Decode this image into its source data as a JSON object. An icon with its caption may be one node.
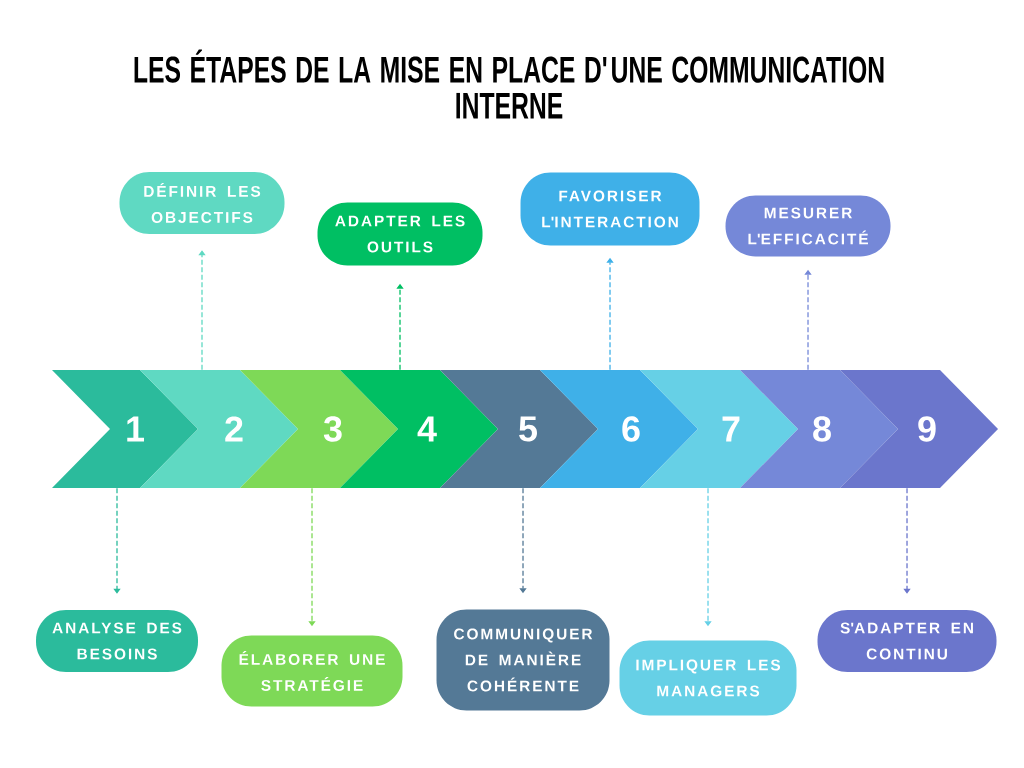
{
  "diagram": {
    "title": "LES ÉTAPES DE LA MISE EN PLACE D'UNE COMMUNICATION INTERNE",
    "nodes": [
      {
        "text": [
          "1"
        ]
      },
      {
        "text": [
          "2"
        ]
      },
      {
        "text": [
          "3"
        ]
      },
      {
        "text": [
          "4"
        ]
      },
      {
        "text": [
          "5"
        ]
      },
      {
        "text": [
          "6"
        ]
      },
      {
        "text": [
          "7"
        ]
      },
      {
        "text": [
          "8"
        ]
      },
      {
        "text": [
          "9"
        ]
      },
      {
        "text": [
          "ANALYSE DES BESOINS"
        ]
      },
      {
        "text": [
          "DÉFINIR LES OBJECTIFS"
        ]
      },
      {
        "text": [
          "ÉLABORER UNE STRATÉGIE"
        ]
      },
      {
        "text": [
          "ADAPTER LES OUTILS"
        ]
      },
      {
        "text": [
          "COMMUNIQUER DE MANIÈRE COHÉRENTE"
        ]
      },
      {
        "text": [
          "FAVORISER L'INTERACTION"
        ]
      },
      {
        "text": [
          "IMPLIQUER LES MANAGERS"
        ]
      },
      {
        "text": [
          "MESURER L'EFFICACITÉ"
        ]
      },
      {
        "text": [
          "S'ADAPTER EN CONTINU"
        ]
      }
    ],
    "edges": [
      {
        "from": 0,
        "to": 9,
        "arrow": "to",
        "style": "dashed",
        "color": "#2bbb9c"
      },
      {
        "from": 1,
        "to": 10,
        "arrow": "to",
        "style": "dashed",
        "color": "#5fd9c2"
      },
      {
        "from": 2,
        "to": 11,
        "arrow": "to",
        "style": "dashed",
        "color": "#7ed957"
      },
      {
        "from": 3,
        "to": 12,
        "arrow": "to",
        "style": "dashed",
        "color": "#00bf63"
      },
      {
        "from": 4,
        "to": 13,
        "arrow": "to",
        "style": "dashed",
        "color": "#547996"
      },
      {
        "from": 5,
        "to": 14,
        "arrow": "to",
        "style": "dashed",
        "color": "#3fb0e8"
      },
      {
        "from": 6,
        "to": 15,
        "arrow": "to",
        "style": "dashed",
        "color": "#66d0e6"
      },
      {
        "from": 7,
        "to": 16,
        "arrow": "to",
        "style": "dashed",
        "color": "#7588d8"
      },
      {
        "from": 8,
        "to": 17,
        "arrow": "to",
        "style": "dashed",
        "color": "#6b76cc"
      }
    ]
  }
}
